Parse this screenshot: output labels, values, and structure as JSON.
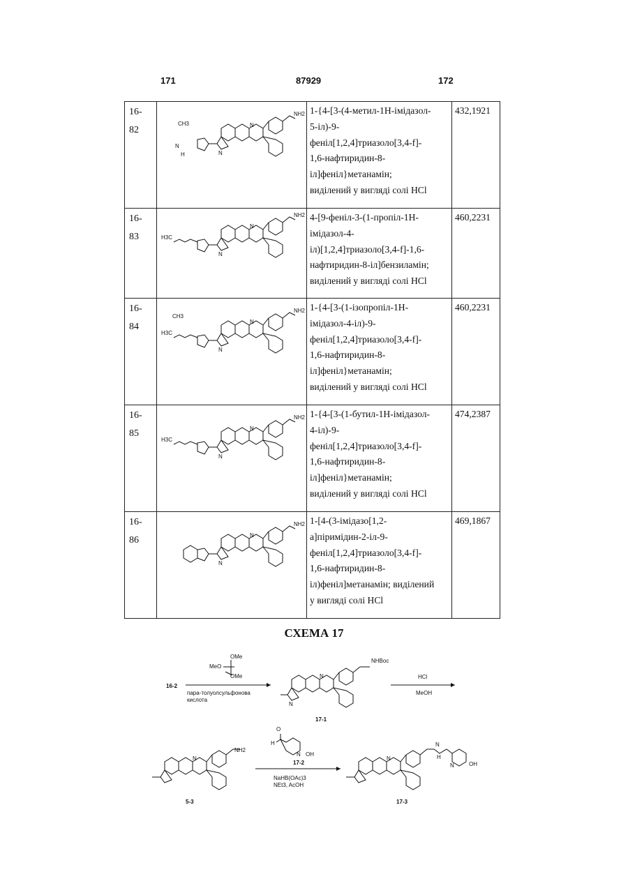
{
  "header": {
    "left_page": "171",
    "center_number": "87929",
    "right_page": "172"
  },
  "rows": [
    {
      "id_top": "16-",
      "id_bottom": "82",
      "name_lines": [
        "1-{4-[3-(4-метил-1Н-імідазол-",
        "5-іл)-9-",
        "феніл[1,2,4]триазоло[3,4-f]-",
        "1,6-нафтиридин-8-",
        "іл]феніл}метанамін;",
        "виділений у вигляді солі HCl"
      ],
      "mass": "432,1921",
      "labels": {
        "amine": "NH2",
        "sub": "CH3",
        "nh": "N",
        "h": "H"
      }
    },
    {
      "id_top": "16-",
      "id_bottom": "83",
      "name_lines": [
        "4-[9-феніл-3-(1-пропіл-1Н-",
        "імідазол-4-",
        "іл)[1,2,4]триазоло[3,4-f]-1,6-",
        "нафтиридин-8-іл]бензиламін;",
        "виділений у вигляді солі HCl"
      ],
      "mass": "460,2231",
      "labels": {
        "amine": "NH2",
        "sub": "H3C"
      }
    },
    {
      "id_top": "16-",
      "id_bottom": "84",
      "name_lines": [
        "1-{4-[3-(1-ізопропіл-1Н-",
        "імідазол-4-іл)-9-",
        "феніл[1,2,4]триазоло[3,4-f]-",
        "1,6-нафтиридин-8-",
        "іл]феніл}метанамін;",
        "виділений у вигляді солі HCl"
      ],
      "mass": "460,2231",
      "labels": {
        "amine": "NH2",
        "sub": "H3C",
        "sub2": "CH3"
      }
    },
    {
      "id_top": "16-",
      "id_bottom": "85",
      "name_lines": [
        "1-{4-[3-(1-бутил-1Н-імідазол-",
        "4-іл)-9-",
        "феніл[1,2,4]триазоло[3,4-f]-",
        "1,6-нафтиридин-8-",
        "іл]феніл}метанамін;",
        "виділений у вигляді солі HCl"
      ],
      "mass": "474,2387",
      "labels": {
        "amine": "NH2",
        "sub": "H3C"
      }
    },
    {
      "id_top": "16-",
      "id_bottom": "86",
      "name_lines": [
        "1-[4-(3-імідазо[1,2-",
        "а]піримідин-2-іл-9-",
        "феніл[1,2,4]триазоло[3,4-f]-",
        "1,6-нафтиридин-8-",
        "іл)феніл]метанамін; виділений",
        "у вигляді солі HCl"
      ],
      "mass": "469,1867",
      "labels": {
        "amine": "NH2"
      }
    }
  ],
  "scheme": {
    "title": "СХЕМА 17",
    "reagent_top": "OMe",
    "reagent_left": "MeO",
    "reagent_bottom": "OMe",
    "start_compound": "16-2",
    "catalyst_line1": "пара-толуолсульфонова",
    "catalyst_line2": "кислота",
    "nhboc": "NHBoc",
    "compound_1": "17-1",
    "step2_top": "HCl",
    "step2_bottom": "MeOH",
    "amine_label": "NH2",
    "compound_2": "5-3",
    "aldehyde_h": "H",
    "aldehyde_o": "O",
    "pyridine_n": "N",
    "oh": "OH",
    "aldehyde_label": "17-2",
    "step3_line1": "NaHB(OAc)3",
    "step3_line2": "NEt3, AcOH",
    "linker_nh": "N",
    "linker_h": "H",
    "product_n": "N",
    "product_oh": "OH",
    "compound_3": "17-3"
  }
}
